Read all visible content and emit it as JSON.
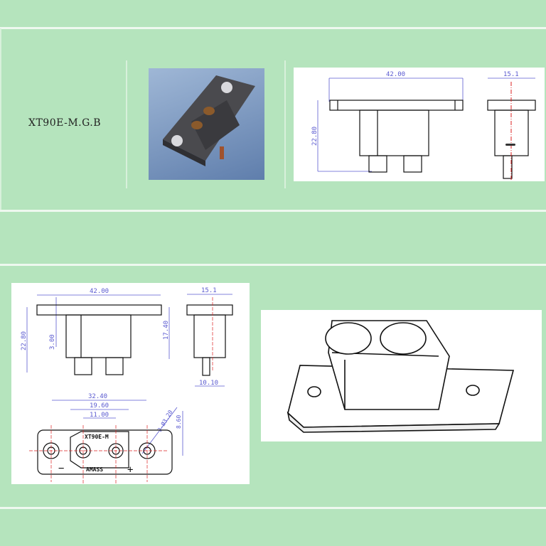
{
  "product": {
    "model": "XT90E-M.G.B"
  },
  "drawing_top": {
    "width": "42.00",
    "height": "22.80",
    "side_width": "15.1"
  },
  "drawing_bottom": {
    "width": "42.00",
    "height": "22.80",
    "inner": "3.00",
    "body_height": "17.40",
    "side_width": "15.1",
    "side_base": "10.10",
    "span": "32.40",
    "housing": "19.60",
    "pin_pitch": "11.00",
    "hole": "2-Ø3.20",
    "hole_offset": "8.60",
    "marking_top": "XT90E-M",
    "marking_bottom": "AMASS",
    "minus": "−",
    "plus": "+"
  }
}
